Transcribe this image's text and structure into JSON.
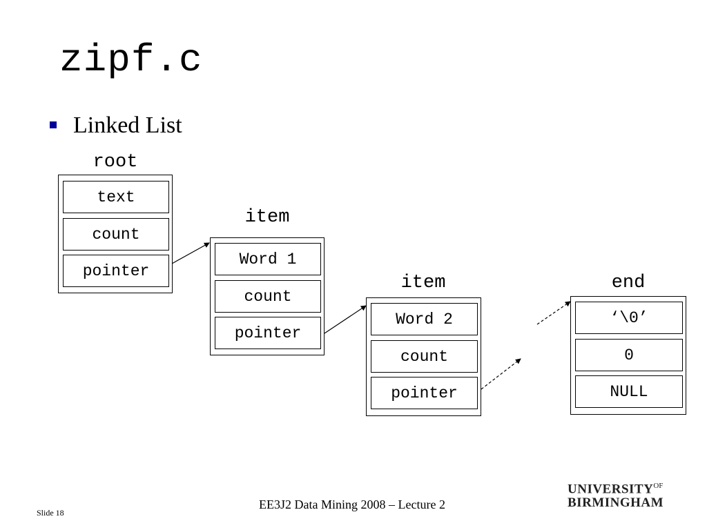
{
  "slide": {
    "title": "zipf.c",
    "bullet": "Linked List"
  },
  "diagram": {
    "nodes": [
      {
        "label": "root",
        "fields": [
          "text",
          "count",
          "pointer"
        ]
      },
      {
        "label": "item",
        "fields": [
          "Word 1",
          "count",
          "pointer"
        ]
      },
      {
        "label": "item",
        "fields": [
          "Word 2",
          "count",
          "pointer"
        ]
      },
      {
        "label": "end",
        "fields": [
          "‘\\0’",
          "0",
          "NULL"
        ]
      }
    ]
  },
  "footer": {
    "course": "EE3J2 Data Mining 2008 – Lecture 2",
    "slide_number": "Slide 18",
    "logo_line1": "UNIVERSITY",
    "logo_of": "OF",
    "logo_line2": "BIRMINGHAM"
  },
  "colors": {
    "bullet": "#000099"
  }
}
